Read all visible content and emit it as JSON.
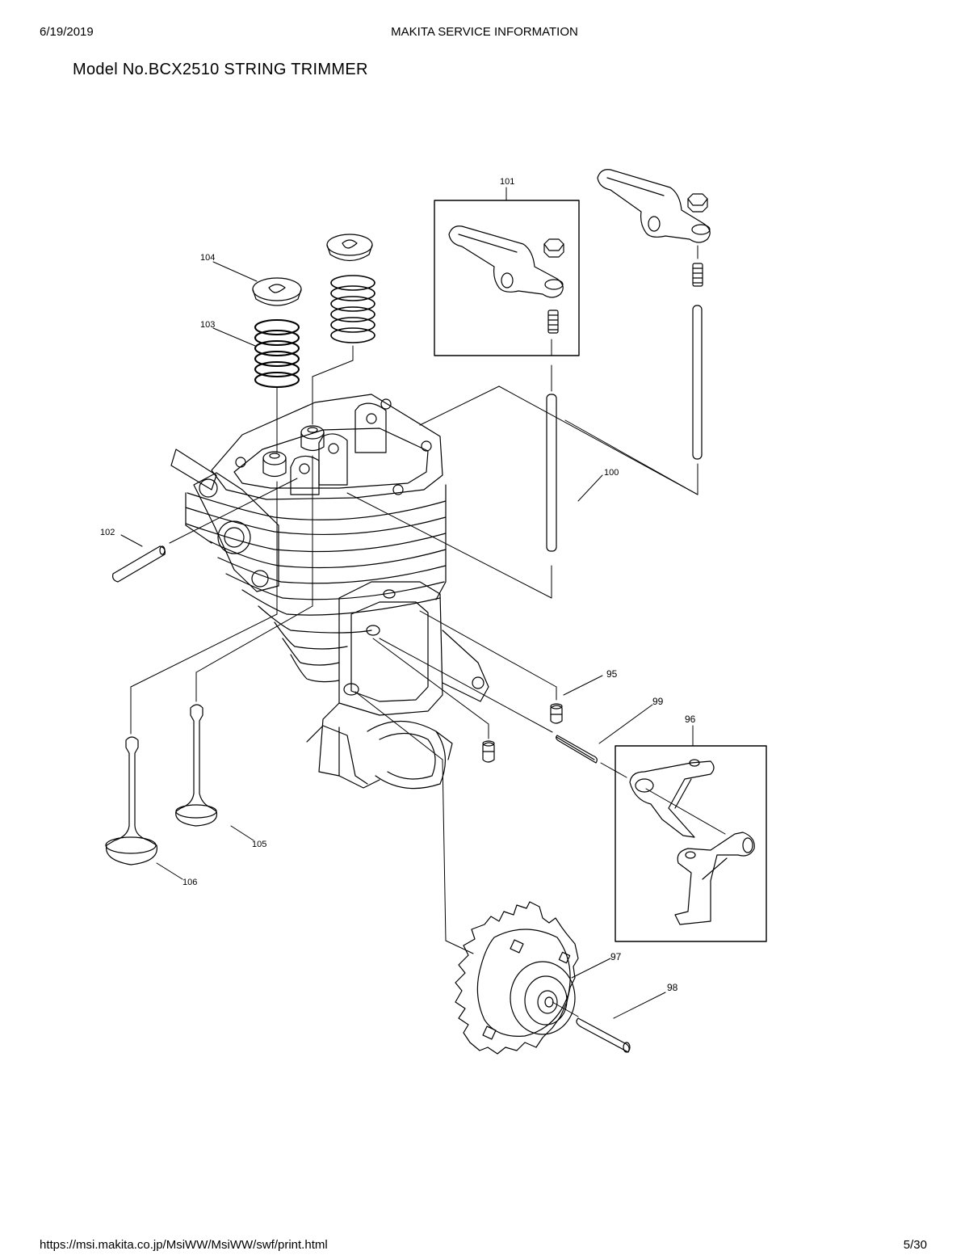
{
  "header": {
    "date": "6/19/2019",
    "title": "MAKITA SERVICE INFORMATION"
  },
  "model_title": "Model No.BCX2510 STRING TRIMMER",
  "callouts": {
    "p95": "95",
    "p96": "96",
    "p97": "97",
    "p98": "98",
    "p99": "99",
    "p100": "100",
    "p101": "101",
    "p102": "102",
    "p103": "103",
    "p104": "104",
    "p105": "105",
    "p106": "106"
  },
  "footer": {
    "url": "https://msi.makita.co.jp/MsiWW/MsiWW/swf/print.html",
    "page": "5/30"
  }
}
